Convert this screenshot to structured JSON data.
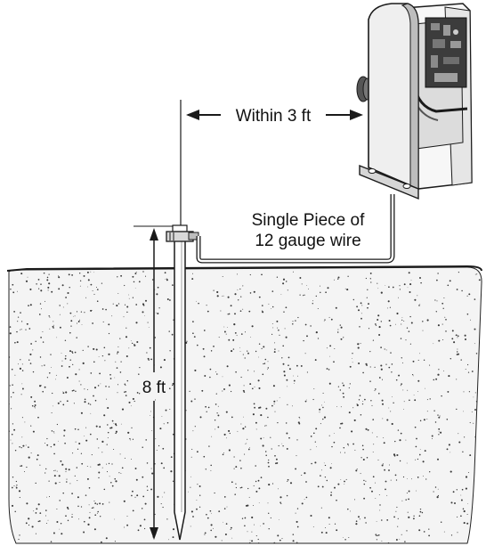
{
  "diagram": {
    "labels": {
      "distance": "Within 3 ft",
      "wire_line1": "Single Piece of",
      "wire_line2": "12 gauge wire",
      "depth": "8 ft"
    },
    "colors": {
      "line": "#1a1a1a",
      "soil_fill": "#f4f4f4",
      "speckle": "#3a3a3a",
      "panel_face": "#eeeeee",
      "panel_shadow": "#9a9a9a",
      "circuit_board": "#3c3c3c"
    },
    "icons": [
      "control-box-icon",
      "ground-rod-icon",
      "clamp-icon"
    ]
  }
}
